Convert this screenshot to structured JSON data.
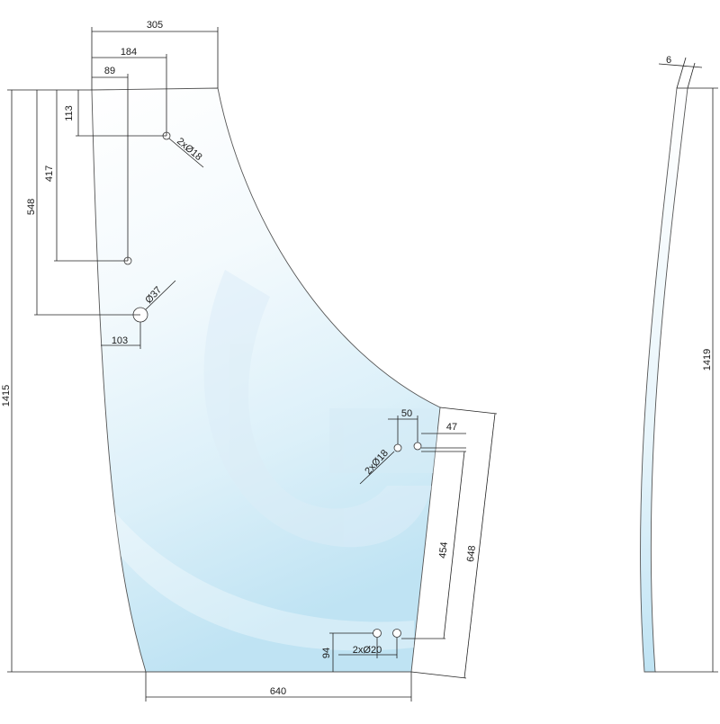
{
  "drawing": {
    "dimensions": {
      "top_width": "305",
      "hole_offset_x": "184",
      "hole_offset_x_small": "89",
      "hole_offset_y": "113",
      "hole_depth": "417",
      "big_hole_depth": "548",
      "big_hole_diameter": "Ø37",
      "big_hole_offset": "103",
      "total_height": "1415",
      "upper_holes": "2xØ18",
      "right_holes": "2xØ18",
      "right_hole_spacing": "50",
      "right_hole_edge": "47",
      "right_hole_height": "454",
      "right_edge_height": "648",
      "bottom_holes": "2xØ20",
      "bottom_hole_height": "94",
      "bottom_width": "640",
      "thickness": "6",
      "profile_height": "1419"
    },
    "colors": {
      "glass_light": "#f2f9fd",
      "glass_tint": "#bfe3f3",
      "watermark": "#cfe8f5"
    }
  }
}
